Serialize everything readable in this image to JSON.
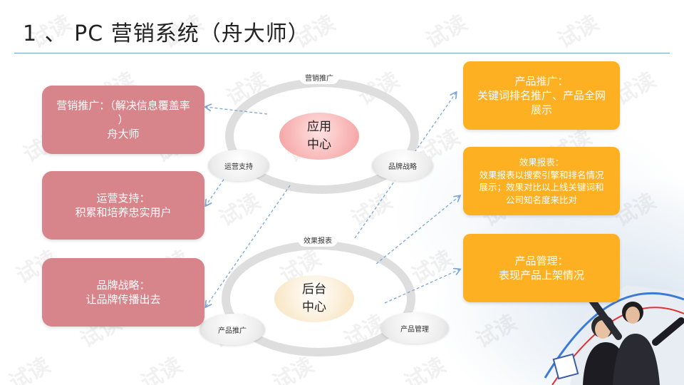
{
  "title": "1 、 PC 营销系统（舟大师）",
  "watermark_text": "试读",
  "diagram": {
    "top_center": [
      "应用",
      "中心"
    ],
    "bottom_center": [
      "后台",
      "中心"
    ],
    "nodes": {
      "top": "营销推广",
      "top_left": "运营支持",
      "top_right": "品牌战略",
      "bottom_top": "效果报表",
      "bottom_left": "产品推广",
      "bottom_right": "产品管理"
    }
  },
  "left_boxes": [
    {
      "lines": [
        "营销推广：（解决信息覆盖率",
        "）",
        "舟大师"
      ]
    },
    {
      "lines": [
        "运营支持：",
        "积累和培养忠实用户"
      ]
    },
    {
      "lines": [
        "品牌战略：",
        "让品牌传播出去"
      ]
    }
  ],
  "right_boxes": [
    {
      "lines": [
        "产品推广：",
        "关键词排名推广、产品全网",
        "展示"
      ]
    },
    {
      "lines": [
        "效果报表：",
        "效果报表以搜索引擎和排名情况",
        "展示；效果对比以上线关键词和",
        "公司知名度来比对"
      ]
    },
    {
      "lines": [
        "产品管理：",
        "表现产品上架情况"
      ]
    }
  ],
  "colors": {
    "pink_box": "#d7858a",
    "orange_box": "#fdb022",
    "arrow": "#7aa7d6",
    "ring": "#dedede",
    "title_rule": "#6ea3c8"
  }
}
